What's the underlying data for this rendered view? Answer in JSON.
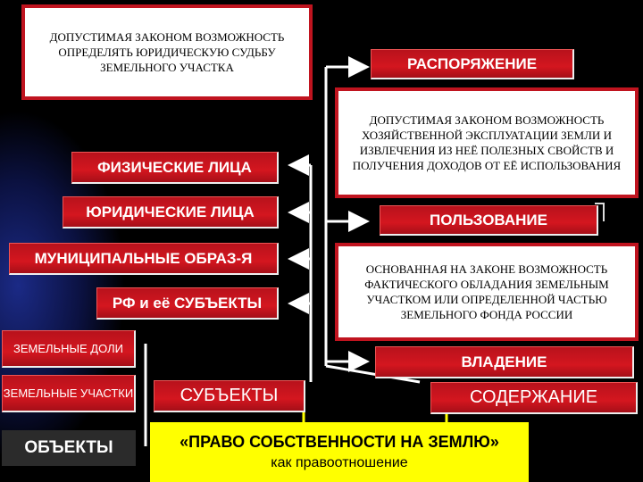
{
  "left_top_box": "ДОПУСТИМАЯ ЗАКОНОМ ВОЗМОЖНОСТЬ ОПРЕДЕЛЯТЬ ЮРИДИЧЕСКУЮ СУДЬБУ ЗЕМЕЛЬНОГО УЧАСТКА",
  "subjects": {
    "physical": "ФИЗИЧЕСКИЕ ЛИЦА",
    "legal": "ЮРИДИЧЕСКИЕ ЛИЦА",
    "municipal": "МУНИЦИПАЛЬНЫЕ ОБРАЗ-Я",
    "rf": "РФ и её СУБЪЕКТЫ"
  },
  "objects": {
    "shares": "ЗЕМЕЛЬНЫЕ ДОЛИ",
    "plots": "ЗЕМЕЛЬНЫЕ УЧАСТКИ"
  },
  "labels": {
    "objects": "ОБЪЕКТЫ",
    "subjects": "СУБЪЕКТЫ",
    "content": "СОДЕРЖАНИЕ"
  },
  "right": {
    "disposal": "РАСПОРЯЖЕНИЕ",
    "use_desc": "ДОПУСТИМАЯ ЗАКОНОМ ВОЗМОЖНОСТЬ ХОЗЯЙСТВЕННОЙ ЭКСПЛУАТАЦИИ ЗЕМЛИ И ИЗВЛЕЧЕНИЯ ИЗ НЕЁ ПОЛЕЗНЫХ СВОЙСТВ И ПОЛУЧЕНИЯ ДОХОДОВ ОТ ЕЁ ИСПОЛЬЗОВАНИЯ",
    "use": "ПОЛЬЗОВАНИЕ",
    "possession_desc": "ОСНОВАННАЯ НА ЗАКОНЕ ВОЗМОЖНОСТЬ ФАКТИЧЕСКОГО ОБЛАДАНИЯ ЗЕМЕЛЬНЫМ УЧАСТКОМ ИЛИ ОПРЕДЕЛЕННОЙ ЧАСТЬЮ ЗЕМЕЛЬНОГО ФОНДА РОССИИ",
    "possession": "ВЛАДЕНИЕ"
  },
  "bottom": {
    "title": "«ПРАВО СОБСТВЕННОСТИ НА ЗЕМЛЮ»",
    "subtitle": "как правоотношение"
  },
  "colors": {
    "red": "#d4161f",
    "yellow": "#ffff00",
    "dark": "#2b2b2b"
  }
}
